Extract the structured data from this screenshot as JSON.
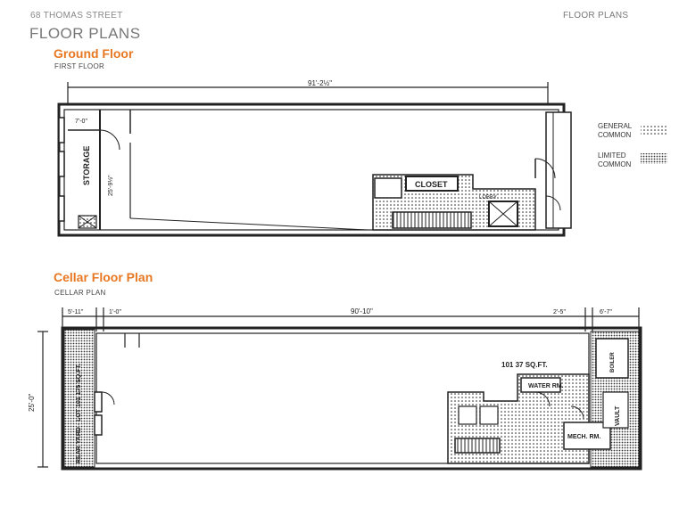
{
  "header": {
    "address": "68 THOMAS STREET",
    "title": "FLOOR PLANS",
    "section": "FLOOR PLANS"
  },
  "ground": {
    "heading": "Ground Floor",
    "subheading": "FIRST FLOOR",
    "dim_overall": "91'-2½\"",
    "dim_vestibule": "7'-0\"",
    "dim_depth": "25'-9½\"",
    "label_storage": "STORAGE",
    "label_closet": "CLOSET",
    "label_lobby": "LOBBY"
  },
  "legend": {
    "general_line1": "GENERAL",
    "general_line2": "COMMON",
    "limited_line1": "LIMITED",
    "limited_line2": "COMMON"
  },
  "cellar": {
    "heading": "Cellar Floor Plan",
    "subheading": "CELLAR PLAN",
    "dim_left": "5'-11\"",
    "dim_left2": "1'-0\"",
    "dim_overall": "90'-10\"",
    "dim_right1": "2'-5\"",
    "dim_right2": "6'-7\"",
    "dim_depth": "25'-0\"",
    "label_yard": "REAR YARD - LOT 101  175 SQ.FT.",
    "label_area": "101  37 SQ.FT.",
    "label_water": "WATER RM.",
    "label_mech": "MECH. RM.",
    "label_vault": "VAULT",
    "label_boiler": "BOILER"
  },
  "colors": {
    "accent": "#e87722",
    "ink": "#222222"
  }
}
